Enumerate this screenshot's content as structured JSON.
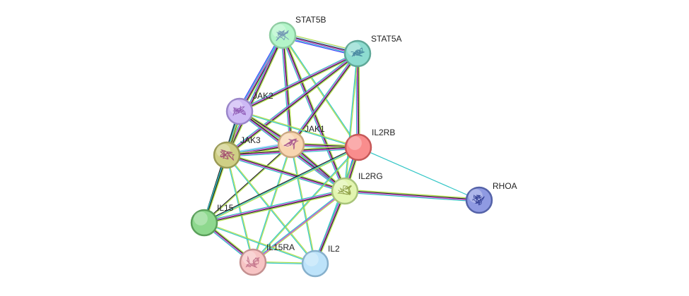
{
  "nodes": [
    {
      "id": "STAT5B",
      "label": "STAT5B",
      "fill": "#b3f5c9",
      "stroke": "#8ccca0",
      "glyph": "protein-structure-icon",
      "glyph_color": "#6a8fb0"
    },
    {
      "id": "STAT5A",
      "label": "STAT5A",
      "fill": "#8ddcd0",
      "stroke": "#5fa898",
      "glyph": "protein-structure-icon",
      "glyph_color": "#3f7f9a"
    },
    {
      "id": "JAK2",
      "label": "JAK2",
      "fill": "#cdb9f5",
      "stroke": "#9a86c9",
      "glyph": "protein-structure-icon",
      "glyph_color": "#8a52b0"
    },
    {
      "id": "JAK1",
      "label": "JAK1",
      "fill": "#f8d5b0",
      "stroke": "#c9a57f",
      "glyph": "protein-structure-icon",
      "glyph_color": "#a4508a"
    },
    {
      "id": "JAK3",
      "label": "JAK3",
      "fill": "#cfcf85",
      "stroke": "#9a9a55",
      "glyph": "protein-structure-icon",
      "glyph_color": "#a0456a"
    },
    {
      "id": "IL2RB",
      "label": "IL2RB",
      "fill": "#f98d8d",
      "stroke": "#c65858",
      "glyph": "none",
      "glyph_color": ""
    },
    {
      "id": "IL2RG",
      "label": "IL2RG",
      "fill": "#e2f5b0",
      "stroke": "#a8c47a",
      "glyph": "protein-structure-icon",
      "glyph_color": "#8a9a40"
    },
    {
      "id": "RHOA",
      "label": "RHOA",
      "fill": "#8f9ae2",
      "stroke": "#5462a8",
      "glyph": "protein-structure-icon",
      "glyph_color": "#2d3a90"
    },
    {
      "id": "IL15",
      "label": "IL15",
      "fill": "#8ed88e",
      "stroke": "#5aa05a",
      "glyph": "none",
      "glyph_color": ""
    },
    {
      "id": "IL15RA",
      "label": "IL15RA",
      "fill": "#f7c4c4",
      "stroke": "#c49090",
      "glyph": "protein-structure-icon",
      "glyph_color": "#c07088"
    },
    {
      "id": "IL2",
      "label": "IL2",
      "fill": "#bde3fa",
      "stroke": "#86b0cc",
      "glyph": "none",
      "glyph_color": ""
    }
  ],
  "edge_colors": {
    "database": "#33c6c6",
    "experimental": "#d233d2",
    "textmining": "#b4e04a",
    "coexpression": "#222222",
    "neighborhood": "#3a3aff",
    "homology": "#9ec8ff"
  },
  "edges": [
    {
      "source": "STAT5B",
      "target": "STAT5A",
      "types": [
        "textmining",
        "homology",
        "coexpression",
        "experimental",
        "database",
        "neighborhood"
      ]
    },
    {
      "source": "STAT5B",
      "target": "JAK2",
      "types": [
        "textmining",
        "coexpression",
        "experimental",
        "database",
        "neighborhood"
      ]
    },
    {
      "source": "STAT5B",
      "target": "JAK1",
      "types": [
        "textmining",
        "coexpression",
        "experimental",
        "database"
      ]
    },
    {
      "source": "STAT5B",
      "target": "JAK3",
      "types": [
        "textmining",
        "coexpression",
        "experimental",
        "database"
      ]
    },
    {
      "source": "STAT5B",
      "target": "IL2RB",
      "types": [
        "database",
        "textmining"
      ]
    },
    {
      "source": "STAT5B",
      "target": "IL2RG",
      "types": [
        "textmining",
        "coexpression",
        "experimental",
        "database"
      ]
    },
    {
      "source": "STAT5A",
      "target": "JAK2",
      "types": [
        "textmining",
        "coexpression",
        "experimental",
        "database"
      ]
    },
    {
      "source": "STAT5A",
      "target": "JAK1",
      "types": [
        "textmining",
        "coexpression",
        "experimental",
        "database"
      ]
    },
    {
      "source": "STAT5A",
      "target": "JAK3",
      "types": [
        "textmining",
        "coexpression",
        "experimental",
        "database"
      ]
    },
    {
      "source": "STAT5A",
      "target": "IL2RB",
      "types": [
        "textmining",
        "coexpression",
        "experimental",
        "database"
      ]
    },
    {
      "source": "STAT5A",
      "target": "IL2RG",
      "types": [
        "textmining",
        "database"
      ]
    },
    {
      "source": "JAK2",
      "target": "JAK1",
      "types": [
        "textmining",
        "coexpression",
        "experimental",
        "database",
        "homology"
      ]
    },
    {
      "source": "JAK2",
      "target": "JAK3",
      "types": [
        "textmining",
        "coexpression",
        "experimental",
        "database",
        "homology"
      ]
    },
    {
      "source": "JAK2",
      "target": "IL2RB",
      "types": [
        "textmining",
        "database"
      ]
    },
    {
      "source": "JAK2",
      "target": "IL2RG",
      "types": [
        "textmining",
        "coexpression",
        "experimental",
        "database"
      ]
    },
    {
      "source": "JAK2",
      "target": "IL15",
      "types": [
        "textmining",
        "database",
        "coexpression"
      ]
    },
    {
      "source": "JAK1",
      "target": "JAK3",
      "types": [
        "textmining",
        "coexpression",
        "experimental",
        "database",
        "homology"
      ]
    },
    {
      "source": "JAK1",
      "target": "IL2RB",
      "types": [
        "textmining",
        "coexpression",
        "experimental",
        "database"
      ]
    },
    {
      "source": "JAK1",
      "target": "IL2RG",
      "types": [
        "textmining",
        "coexpression",
        "experimental",
        "database"
      ]
    },
    {
      "source": "JAK1",
      "target": "IL15",
      "types": [
        "textmining",
        "coexpression"
      ]
    },
    {
      "source": "JAK1",
      "target": "IL15RA",
      "types": [
        "textmining",
        "database"
      ]
    },
    {
      "source": "JAK1",
      "target": "IL2",
      "types": [
        "textmining",
        "database"
      ]
    },
    {
      "source": "JAK3",
      "target": "IL2RB",
      "types": [
        "textmining",
        "coexpression",
        "experimental",
        "database"
      ]
    },
    {
      "source": "JAK3",
      "target": "IL2RG",
      "types": [
        "textmining",
        "coexpression",
        "experimental",
        "database"
      ]
    },
    {
      "source": "JAK3",
      "target": "IL15",
      "types": [
        "textmining",
        "coexpression",
        "database"
      ]
    },
    {
      "source": "JAK3",
      "target": "IL15RA",
      "types": [
        "textmining",
        "database"
      ]
    },
    {
      "source": "JAK3",
      "target": "IL2",
      "types": [
        "textmining",
        "database"
      ]
    },
    {
      "source": "IL2RB",
      "target": "IL2RG",
      "types": [
        "textmining",
        "coexpression",
        "experimental",
        "database",
        "neighborhood"
      ]
    },
    {
      "source": "IL2RB",
      "target": "RHOA",
      "types": [
        "database"
      ]
    },
    {
      "source": "IL2RB",
      "target": "IL15",
      "types": [
        "textmining",
        "database",
        "coexpression"
      ]
    },
    {
      "source": "IL2RB",
      "target": "IL15RA",
      "types": [
        "textmining",
        "database"
      ]
    },
    {
      "source": "IL2RB",
      "target": "IL2",
      "types": [
        "textmining",
        "database"
      ]
    },
    {
      "source": "IL2RG",
      "target": "RHOA",
      "types": [
        "textmining",
        "coexpression",
        "experimental",
        "database"
      ]
    },
    {
      "source": "IL2RG",
      "target": "IL15",
      "types": [
        "textmining",
        "coexpression",
        "experimental",
        "database"
      ]
    },
    {
      "source": "IL2RG",
      "target": "IL15RA",
      "types": [
        "textmining",
        "experimental",
        "database"
      ]
    },
    {
      "source": "IL2RG",
      "target": "IL2",
      "types": [
        "textmining",
        "coexpression",
        "experimental",
        "database"
      ]
    },
    {
      "source": "IL15",
      "target": "IL15RA",
      "types": [
        "textmining",
        "coexpression",
        "experimental",
        "database"
      ]
    },
    {
      "source": "IL15",
      "target": "IL2",
      "types": [
        "textmining",
        "database"
      ]
    },
    {
      "source": "IL15RA",
      "target": "IL2",
      "types": [
        "textmining",
        "database"
      ]
    }
  ]
}
